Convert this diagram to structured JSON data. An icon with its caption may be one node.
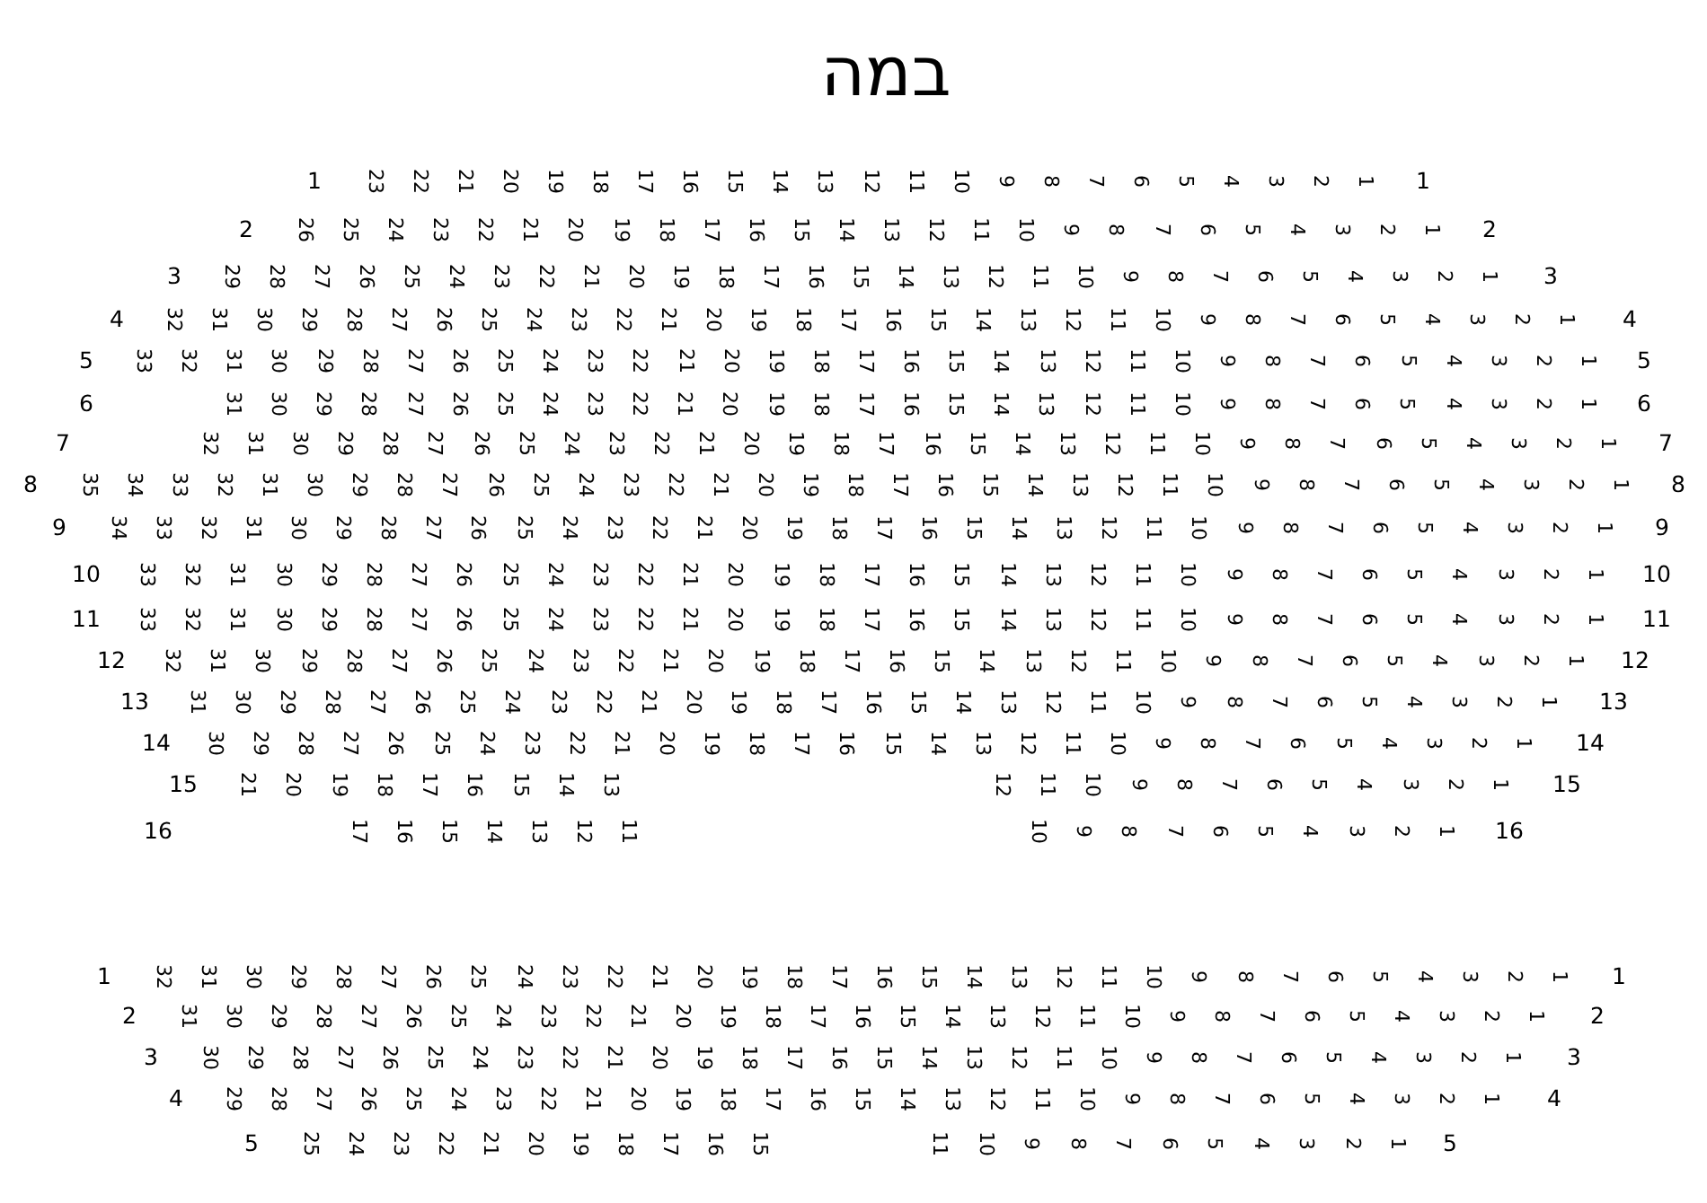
{
  "diagram": {
    "title": "במה",
    "labels": [
      "1",
      "23",
      "22",
      "21",
      "20",
      "19",
      "18",
      "17",
      "16",
      "15",
      "14",
      "13",
      "12",
      "11",
      "10",
      "9",
      "8",
      "7",
      "6",
      "5",
      "4",
      "3",
      "2",
      "1",
      "1",
      "2",
      "26",
      "25",
      "24",
      "23",
      "22",
      "21",
      "20",
      "19",
      "18",
      "17",
      "16",
      "15",
      "14",
      "13",
      "12",
      "11",
      "10",
      "9",
      "8",
      "7",
      "6",
      "5",
      "4",
      "3",
      "2",
      "1",
      "2",
      "3",
      "29",
      "28",
      "27",
      "26",
      "25",
      "24",
      "23",
      "22",
      "21",
      "20",
      "19",
      "18",
      "17",
      "16",
      "15",
      "14",
      "13",
      "12",
      "11",
      "10",
      "9",
      "8",
      "7",
      "6",
      "5",
      "4",
      "3",
      "2",
      "1",
      "3",
      "4",
      "32",
      "31",
      "30",
      "29",
      "28",
      "27",
      "26",
      "25",
      "24",
      "23",
      "22",
      "21",
      "20",
      "19",
      "18",
      "17",
      "16",
      "15",
      "14",
      "13",
      "12",
      "11",
      "10",
      "9",
      "8",
      "7",
      "6",
      "5",
      "4",
      "3",
      "2",
      "1",
      "4",
      "5",
      "33",
      "32",
      "31",
      "30",
      "29",
      "28",
      "27",
      "26",
      "25",
      "24",
      "23",
      "22",
      "21",
      "20",
      "19",
      "18",
      "17",
      "16",
      "15",
      "14",
      "13",
      "12",
      "11",
      "10",
      "9",
      "8",
      "7",
      "6",
      "5",
      "4",
      "3",
      "2",
      "1",
      "5",
      "6",
      "31",
      "30",
      "29",
      "28",
      "27",
      "26",
      "25",
      "24",
      "23",
      "22",
      "21",
      "20",
      "19",
      "18",
      "17",
      "16",
      "15",
      "14",
      "13",
      "12",
      "11",
      "10",
      "9",
      "8",
      "7",
      "6",
      "5",
      "4",
      "3",
      "2",
      "1",
      "6",
      "7",
      "32",
      "31",
      "30",
      "29",
      "28",
      "27",
      "26",
      "25",
      "24",
      "23",
      "22",
      "21",
      "20",
      "19",
      "18",
      "17",
      "16",
      "15",
      "14",
      "13",
      "12",
      "11",
      "10",
      "9",
      "8",
      "7",
      "6",
      "5",
      "4",
      "3",
      "2",
      "1",
      "7",
      "8",
      "35",
      "34",
      "33",
      "32",
      "31",
      "30",
      "29",
      "28",
      "27",
      "26",
      "25",
      "24",
      "23",
      "22",
      "21",
      "20",
      "19",
      "18",
      "17",
      "16",
      "15",
      "14",
      "13",
      "12",
      "11",
      "10",
      "9",
      "8",
      "7",
      "6",
      "5",
      "4",
      "3",
      "2",
      "1",
      "8",
      "9",
      "34",
      "33",
      "32",
      "31",
      "30",
      "29",
      "28",
      "27",
      "26",
      "25",
      "24",
      "23",
      "22",
      "21",
      "20",
      "19",
      "18",
      "17",
      "16",
      "15",
      "14",
      "13",
      "12",
      "11",
      "10",
      "9",
      "8",
      "7",
      "6",
      "5",
      "4",
      "3",
      "2",
      "1",
      "9",
      "10",
      "33",
      "32",
      "31",
      "30",
      "29",
      "28",
      "27",
      "26",
      "25",
      "24",
      "23",
      "22",
      "21",
      "20",
      "19",
      "18",
      "17",
      "16",
      "15",
      "14",
      "13",
      "12",
      "11",
      "10",
      "9",
      "8",
      "7",
      "6",
      "5",
      "4",
      "3",
      "2",
      "1",
      "10",
      "11",
      "33",
      "32",
      "31",
      "30",
      "29",
      "28",
      "27",
      "26",
      "25",
      "24",
      "23",
      "22",
      "21",
      "20",
      "19",
      "18",
      "17",
      "16",
      "15",
      "14",
      "13",
      "12",
      "11",
      "10",
      "9",
      "8",
      "7",
      "6",
      "5",
      "4",
      "3",
      "2",
      "1",
      "11",
      "12",
      "32",
      "31",
      "30",
      "29",
      "28",
      "27",
      "26",
      "25",
      "24",
      "23",
      "22",
      "21",
      "20",
      "19",
      "18",
      "17",
      "16",
      "15",
      "14",
      "13",
      "12",
      "11",
      "10",
      "9",
      "8",
      "7",
      "6",
      "5",
      "4",
      "3",
      "2",
      "1",
      "12",
      "13",
      "31",
      "30",
      "29",
      "28",
      "27",
      "26",
      "25",
      "24",
      "23",
      "22",
      "21",
      "20",
      "19",
      "18",
      "17",
      "16",
      "15",
      "14",
      "13",
      "12",
      "11",
      "10",
      "9",
      "8",
      "7",
      "6",
      "5",
      "4",
      "3",
      "2",
      "1",
      "13",
      "14",
      "30",
      "29",
      "28",
      "27",
      "26",
      "25",
      "24",
      "23",
      "22",
      "21",
      "20",
      "19",
      "18",
      "17",
      "16",
      "15",
      "14",
      "13",
      "12",
      "11",
      "10",
      "9",
      "8",
      "7",
      "6",
      "5",
      "4",
      "3",
      "2",
      "1",
      "14",
      "15",
      "21",
      "20",
      "19",
      "18",
      "17",
      "16",
      "15",
      "14",
      "13",
      "12",
      "11",
      "10",
      "9",
      "8",
      "7",
      "6",
      "5",
      "4",
      "3",
      "2",
      "1",
      "15",
      "16",
      "17",
      "16",
      "15",
      "14",
      "13",
      "12",
      "11",
      "10",
      "9",
      "8",
      "7",
      "6",
      "5",
      "4",
      "3",
      "2",
      "1",
      "16",
      "1",
      "32",
      "31",
      "30",
      "29",
      "28",
      "27",
      "26",
      "25",
      "24",
      "23",
      "22",
      "21",
      "20",
      "19",
      "18",
      "17",
      "16",
      "15",
      "14",
      "13",
      "12",
      "11",
      "10",
      "9",
      "8",
      "7",
      "6",
      "5",
      "4",
      "3",
      "2",
      "1",
      "1",
      "2",
      "31",
      "30",
      "29",
      "28",
      "27",
      "26",
      "25",
      "24",
      "23",
      "22",
      "21",
      "20",
      "19",
      "18",
      "17",
      "16",
      "15",
      "14",
      "13",
      "12",
      "11",
      "10",
      "9",
      "8",
      "7",
      "6",
      "5",
      "4",
      "3",
      "2",
      "1",
      "2",
      "3",
      "30",
      "29",
      "28",
      "27",
      "26",
      "25",
      "24",
      "23",
      "22",
      "21",
      "20",
      "19",
      "18",
      "17",
      "16",
      "15",
      "14",
      "13",
      "12",
      "11",
      "10",
      "9",
      "8",
      "7",
      "6",
      "5",
      "4",
      "3",
      "2",
      "1",
      "3",
      "4",
      "29",
      "28",
      "27",
      "26",
      "25",
      "24",
      "23",
      "22",
      "21",
      "20",
      "19",
      "18",
      "17",
      "16",
      "15",
      "14",
      "13",
      "12",
      "11",
      "10",
      "9",
      "8",
      "7",
      "6",
      "5",
      "4",
      "3",
      "2",
      "1",
      "4",
      "5",
      "25",
      "24",
      "23",
      "22",
      "21",
      "20",
      "19",
      "18",
      "17",
      "16",
      "15",
      "11",
      "10",
      "9",
      "8",
      "7",
      "6",
      "5",
      "4",
      "3",
      "2",
      "1",
      "5"
    ]
  }
}
